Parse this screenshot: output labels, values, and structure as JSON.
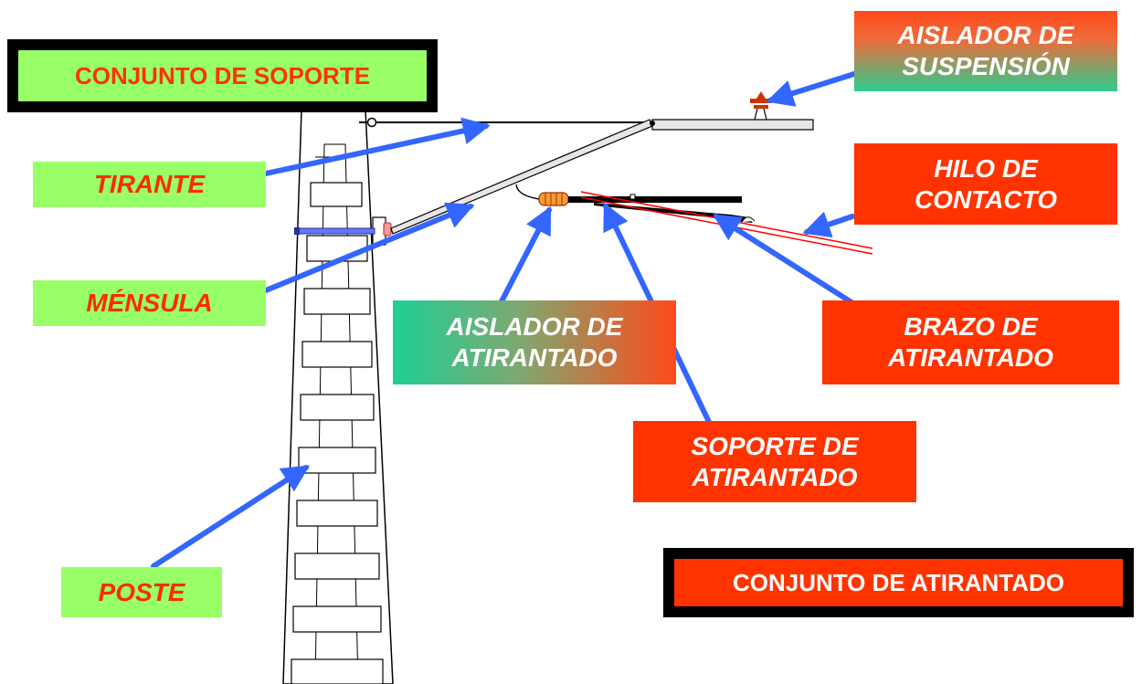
{
  "labels": {
    "conjunto_soporte": "CONJUNTO DE SOPORTE",
    "aislador_suspension": "AISLADOR DE\nSUSPENSIÓN",
    "tirante": "TIRANTE",
    "hilo_contacto": "HILO DE\nCONTACTO",
    "mensula": "MÉNSULA",
    "aislador_atirantado": "AISLADOR DE\nATIRANTADO",
    "brazo_atirantado": "BRAZO DE\nATIRANTADO",
    "soporte_atirantado": "SOPORTE DE\nATIRANTADO",
    "poste": "POSTE",
    "conjunto_atirantado": "CONJUNTO DE ATIRANTADO"
  },
  "colors": {
    "pointer_arrow": "#3366ff",
    "label_green": "#99ff66",
    "label_red": "#ff3300",
    "title_green_fill": "#99ff66",
    "title_red_fill": "#ff3300",
    "insulator": "#cc3300",
    "contact_wire": "#ff0000"
  }
}
